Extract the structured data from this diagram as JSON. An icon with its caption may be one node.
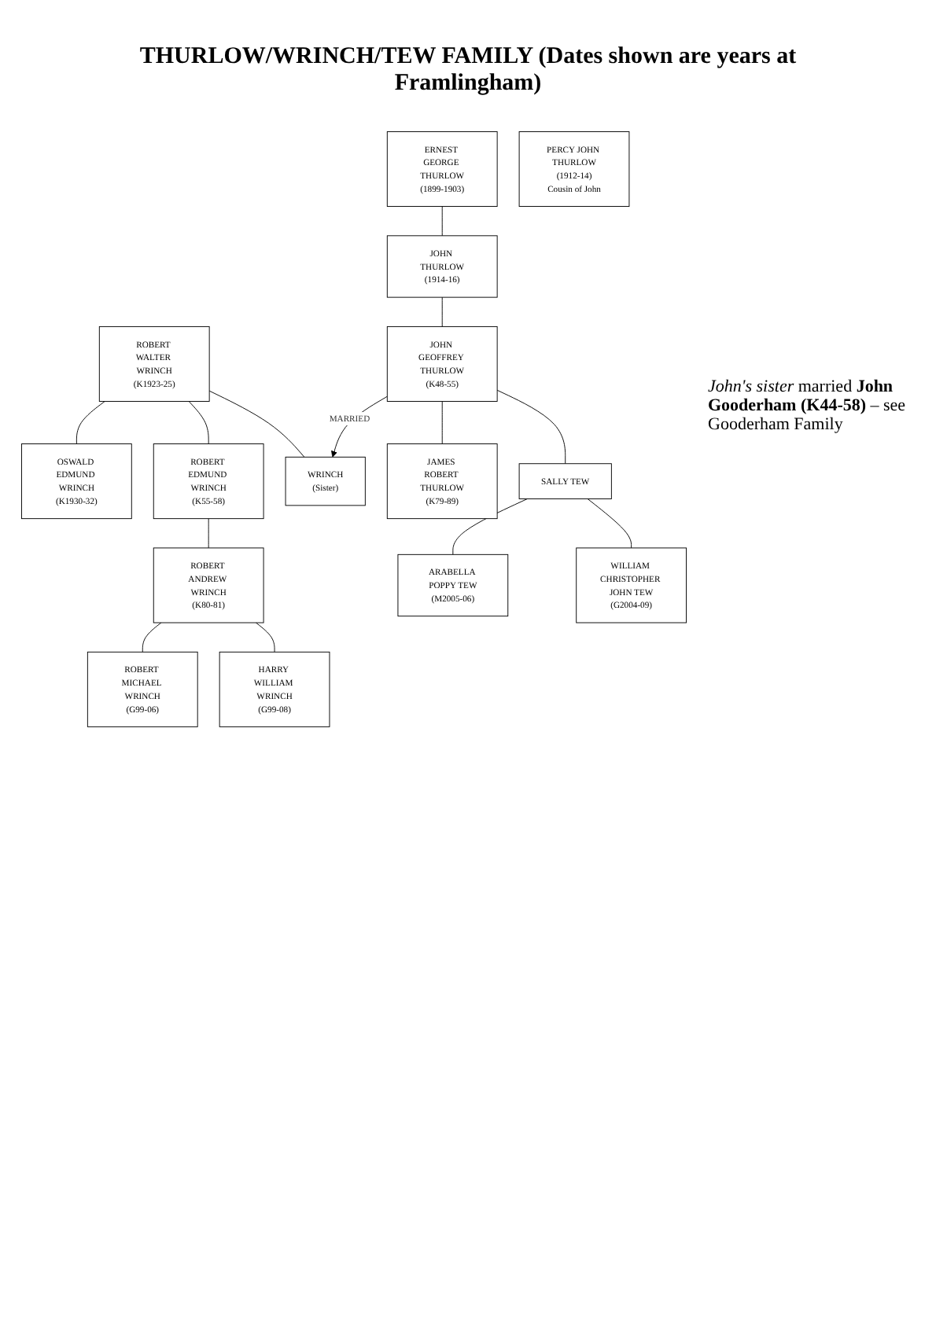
{
  "diagram": {
    "title": "THURLOW/WRINCH/TEW FAMILY (Dates shown are years at Framlingham)",
    "nodes": [
      {
        "text": [
          "ROBERT WALTER WRINCH",
          "(K1923-25)"
        ]
      },
      {
        "text": [
          "OSWALD EDMUND WRINCH",
          "(K1930-32)"
        ]
      },
      {
        "text": [
          "ERNEST GEORGE THURLOW",
          "(1899-1903)"
        ]
      },
      {
        "text": [
          "JOHN THURLOW",
          "(1914-16)"
        ]
      },
      {
        "text": [
          "PERCY JOHN THURLOW",
          "(1912-14)",
          "Cousin of John"
        ]
      },
      {
        "text": [
          "ROBERT EDMUND WRINCH",
          "(K55-58)"
        ]
      },
      {
        "text": [
          "WRINCH",
          "(Sister)"
        ]
      },
      {
        "text": [
          "JOHN GEOFFREY THURLOW",
          "(K48-55)"
        ]
      },
      {
        "text": [
          "ROBERT ANDREW WRINCH",
          "(K80-81)"
        ]
      },
      {
        "text": [
          "JAMES ROBERT THURLOW",
          "(K79-89)"
        ]
      },
      {
        "text": [
          "SALLY TEW"
        ]
      },
      {
        "text": [
          "ROBERT MICHAEL WRINCH",
          "(G99-06)"
        ]
      },
      {
        "text": [
          "HARRY WILLIAM WRINCH",
          "(G99-08)"
        ]
      },
      {
        "text": [
          "ARABELLA POPPY TEW",
          "(M2005-06)"
        ]
      },
      {
        "text": [
          "WILLIAM CHRISTOPHER JOHN TEW",
          "(G2004-09)"
        ]
      }
    ],
    "edges": [
      {
        "from": 0,
        "to": 1,
        "arrow": "none"
      },
      {
        "from": 2,
        "to": 3,
        "arrow": "none"
      },
      {
        "from": 0,
        "to": 5,
        "arrow": "none"
      },
      {
        "from": 0,
        "to": 6,
        "arrow": "none"
      },
      {
        "from": 3,
        "to": 7,
        "arrow": "none"
      },
      {
        "from": 7,
        "to": 6,
        "arrow": "to",
        "label": "MARRIED"
      },
      {
        "from": 7,
        "to": 9,
        "arrow": "none"
      },
      {
        "from": 7,
        "to": 10,
        "arrow": "none"
      },
      {
        "from": 5,
        "to": 8,
        "arrow": "none"
      },
      {
        "from": 8,
        "to": 11,
        "arrow": "none"
      },
      {
        "from": 8,
        "to": 12,
        "arrow": "none"
      },
      {
        "from": 10,
        "to": 13,
        "arrow": "none"
      },
      {
        "from": 10,
        "to": 14,
        "arrow": "none"
      }
    ],
    "labels": [
      "*John's sister* married **John Gooderham (K44-58)** – see Gooderham Family"
    ]
  }
}
